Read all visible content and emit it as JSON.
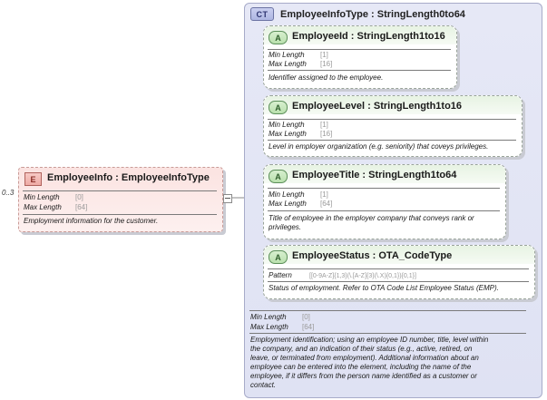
{
  "element": {
    "occurrence": "0..3",
    "badge": "E",
    "title": "EmployeeInfo : EmployeeInfoType",
    "min_length_label": "Min Length",
    "min_length_value": "[0]",
    "max_length_label": "Max Length",
    "max_length_value": "[64]",
    "description": "Employment information for the customer."
  },
  "complex_type": {
    "badge": "CT",
    "title": "EmployeeInfoType : StringLength0to64",
    "min_length_label": "Min Length",
    "min_length_value": "[0]",
    "max_length_label": "Max Length",
    "max_length_value": "[64]",
    "description_lines": [
      "Employment identification; using an employee ID number, title, level within",
      "the company, and an indication of their status (e.g., active, retired, on",
      "leave, or terminated from employment).  Additional information about an",
      "employee can be entered into the element, including the name of the",
      "employee, if it differs from the person name identified as a customer or",
      "contact."
    ]
  },
  "attributes": [
    {
      "badge": "A",
      "title": "EmployeeId : StringLength1to16",
      "props": [
        {
          "label": "Min Length",
          "value": "[1]"
        },
        {
          "label": "Max Length",
          "value": "[16]"
        }
      ],
      "description_lines": [
        "Identifier assigned to the employee."
      ]
    },
    {
      "badge": "A",
      "title": "EmployeeLevel : StringLength1to16",
      "props": [
        {
          "label": "Min Length",
          "value": "[1]"
        },
        {
          "label": "Max Length",
          "value": "[16]"
        }
      ],
      "description_lines": [
        "Level in employer organization (e.g. seniority) that coveys privileges."
      ]
    },
    {
      "badge": "A",
      "title": "EmployeeTitle : StringLength1to64",
      "props": [
        {
          "label": "Min Length",
          "value": "[1]"
        },
        {
          "label": "Max Length",
          "value": "[64]"
        }
      ],
      "description_lines": [
        "Title of employee in the employer company that conveys rank or",
        "privileges."
      ]
    },
    {
      "badge": "A",
      "title": "EmployeeStatus : OTA_CodeType",
      "props": [
        {
          "label": "Pattern",
          "value": "[[0-9A-Z]{1,3}(\\.[A-Z]{3}(\\.X){0,1}){0,1}]"
        }
      ],
      "description_lines": [
        "Status of employment. Refer to OTA Code List Employee Status (EMP)."
      ]
    }
  ],
  "colors": {
    "complex_type_bg": "#e2e5f4",
    "attribute_header": "#e7f3e3",
    "element_bg": "#fbe3e1"
  },
  "icons": {
    "element_badge": "element-icon",
    "complex_type_badge": "complex-type-icon",
    "attribute_badge": "attribute-icon",
    "connector": "sequence-connector-icon"
  }
}
